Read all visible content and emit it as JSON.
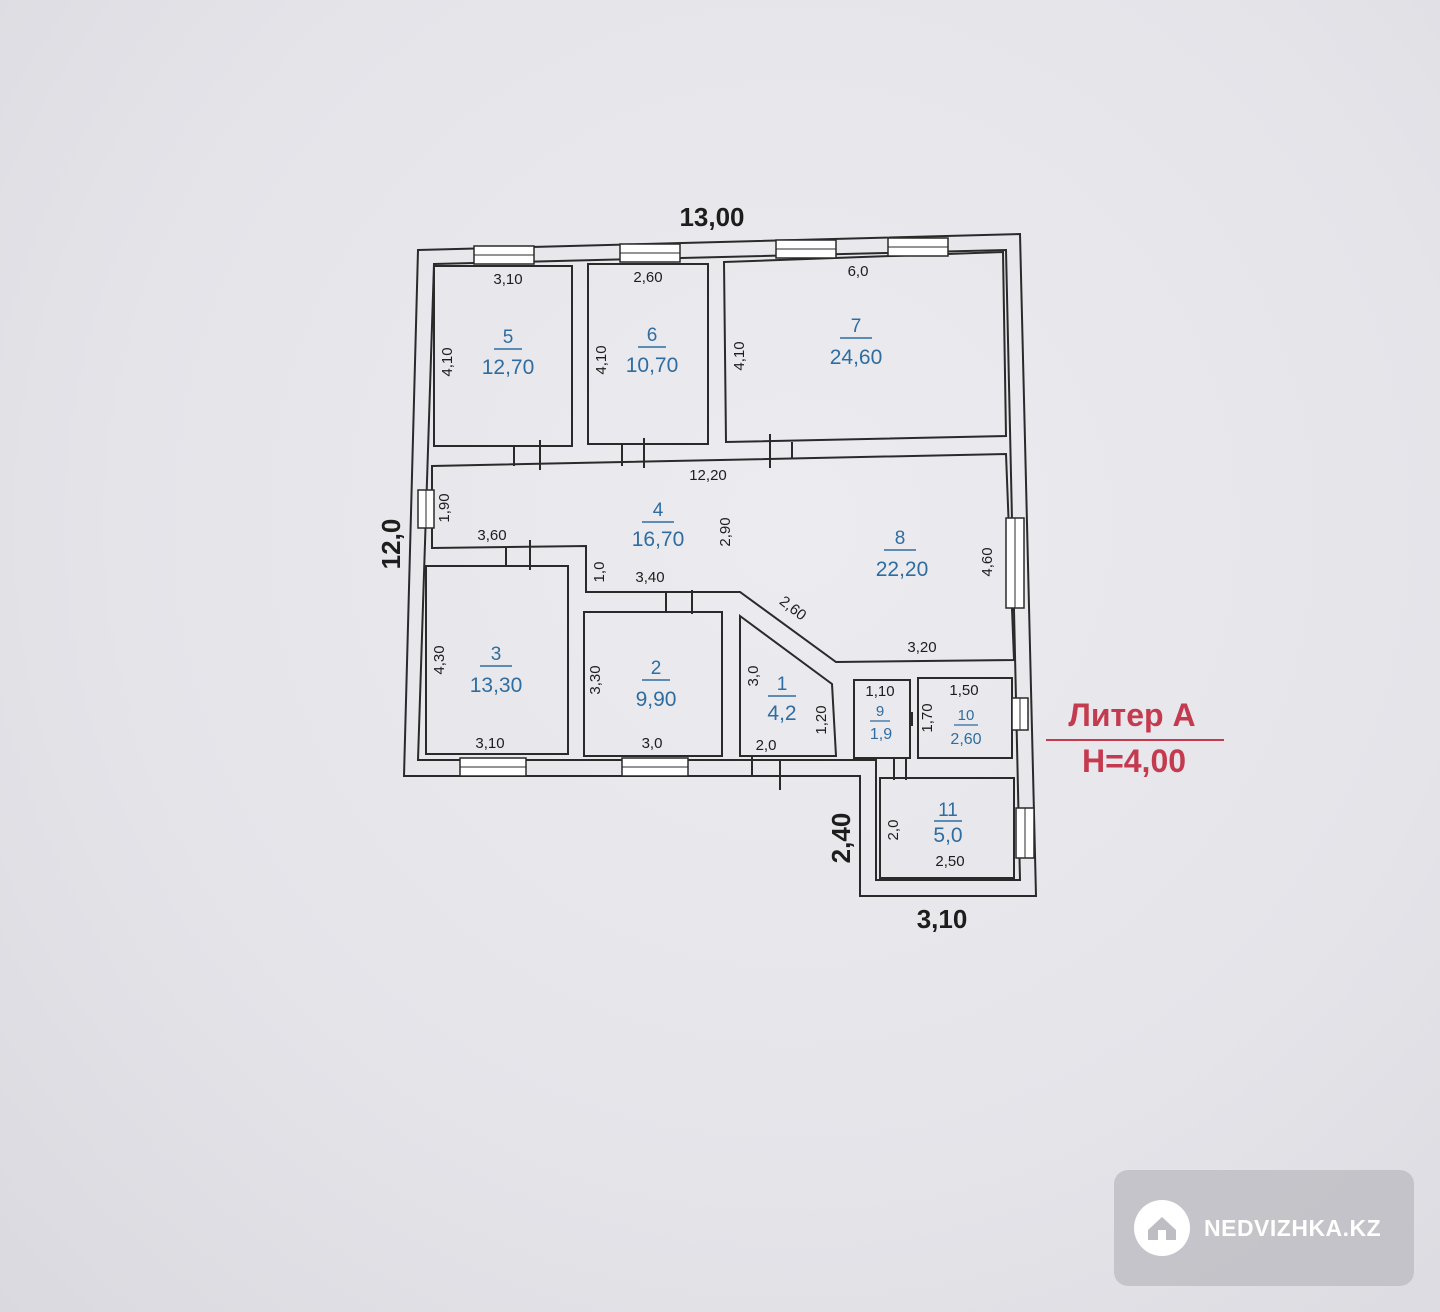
{
  "overall_dims": {
    "top": "13,00",
    "left": "12,0",
    "ext_left": "2,40",
    "ext_bottom": "3,10"
  },
  "rooms": [
    {
      "id": "5",
      "num": "5",
      "area": "12,70",
      "w": "3,10",
      "h": "4,10"
    },
    {
      "id": "6",
      "num": "6",
      "area": "10,70",
      "w": "2,60",
      "h": "4,10"
    },
    {
      "id": "7",
      "num": "7",
      "area": "24,60",
      "w": "6,0",
      "h": "4,10"
    },
    {
      "id": "4",
      "num": "4",
      "area": "16,70"
    },
    {
      "id": "8",
      "num": "8",
      "area": "22,20"
    },
    {
      "id": "3",
      "num": "3",
      "area": "13,30",
      "w": "3,10",
      "h": "4,30"
    },
    {
      "id": "2",
      "num": "2",
      "area": "9,90",
      "w": "3,0",
      "h": "3,30"
    },
    {
      "id": "1",
      "num": "1",
      "area": "4,2"
    },
    {
      "id": "9",
      "num": "9",
      "area": "1,9"
    },
    {
      "id": "10",
      "num": "10",
      "area": "2,60"
    },
    {
      "id": "11",
      "num": "11",
      "area": "5,0"
    }
  ],
  "inner_dims": {
    "corridor_len": "12,20",
    "corridor_left_h": "1,90",
    "corridor_mid_h": "2,90",
    "room4_step_w": "3,60",
    "room4_step_h": "1,0",
    "room4_bottom_w": "3,40",
    "diagonal": "2,60",
    "room8_right_h": "4,60",
    "room8_bottom_w": "3,20",
    "room1_left_h": "3,0",
    "room1_right_h": "1,20",
    "room1_bottom_w": "2,0",
    "room9_w": "1,10",
    "room10_w": "1,50",
    "room10_h": "1,70",
    "room11_h": "2,0",
    "room11_w": "2,50"
  },
  "label": {
    "liter": "Литер А",
    "height": "H=4,00",
    "color": "#c43b4f"
  },
  "watermark": {
    "text": "NEDVIZHKA.KZ",
    "icon": "house-icon"
  }
}
